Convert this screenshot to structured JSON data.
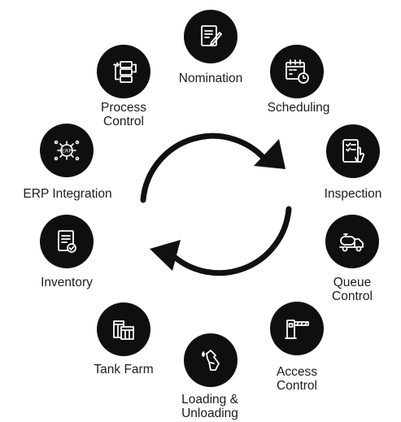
{
  "diagram": {
    "nodes": [
      {
        "id": "nomination",
        "lines": [
          "Nomination"
        ],
        "icon": "document-pen-icon"
      },
      {
        "id": "scheduling",
        "lines": [
          "Scheduling"
        ],
        "icon": "calendar-clock-icon"
      },
      {
        "id": "inspection",
        "lines": [
          "Inspection"
        ],
        "icon": "tablet-checklist-icon"
      },
      {
        "id": "queue-control",
        "lines": [
          "Queue",
          "Control"
        ],
        "icon": "tanker-truck-icon"
      },
      {
        "id": "access-control",
        "lines": [
          "Access",
          "Control"
        ],
        "icon": "barrier-gate-icon"
      },
      {
        "id": "loading-unloading",
        "lines": [
          "Loading &",
          "Unloading"
        ],
        "icon": "fuel-nozzle-icon"
      },
      {
        "id": "tank-farm",
        "lines": [
          "Tank Farm"
        ],
        "icon": "storage-tanks-icon"
      },
      {
        "id": "inventory",
        "lines": [
          "Inventory"
        ],
        "icon": "clipboard-check-icon"
      },
      {
        "id": "erp-integration",
        "lines": [
          "ERP Integration"
        ],
        "icon": "erp-gear-icon"
      },
      {
        "id": "process-control",
        "lines": [
          "Process",
          "Control"
        ],
        "icon": "flowchart-icon"
      }
    ],
    "center_icon": "cycle-arrows-icon",
    "colors": {
      "node_fill": "#0f0f10",
      "icon_stroke": "#ffffff",
      "arrow": "#111111",
      "text": "#1c1c1c"
    }
  }
}
